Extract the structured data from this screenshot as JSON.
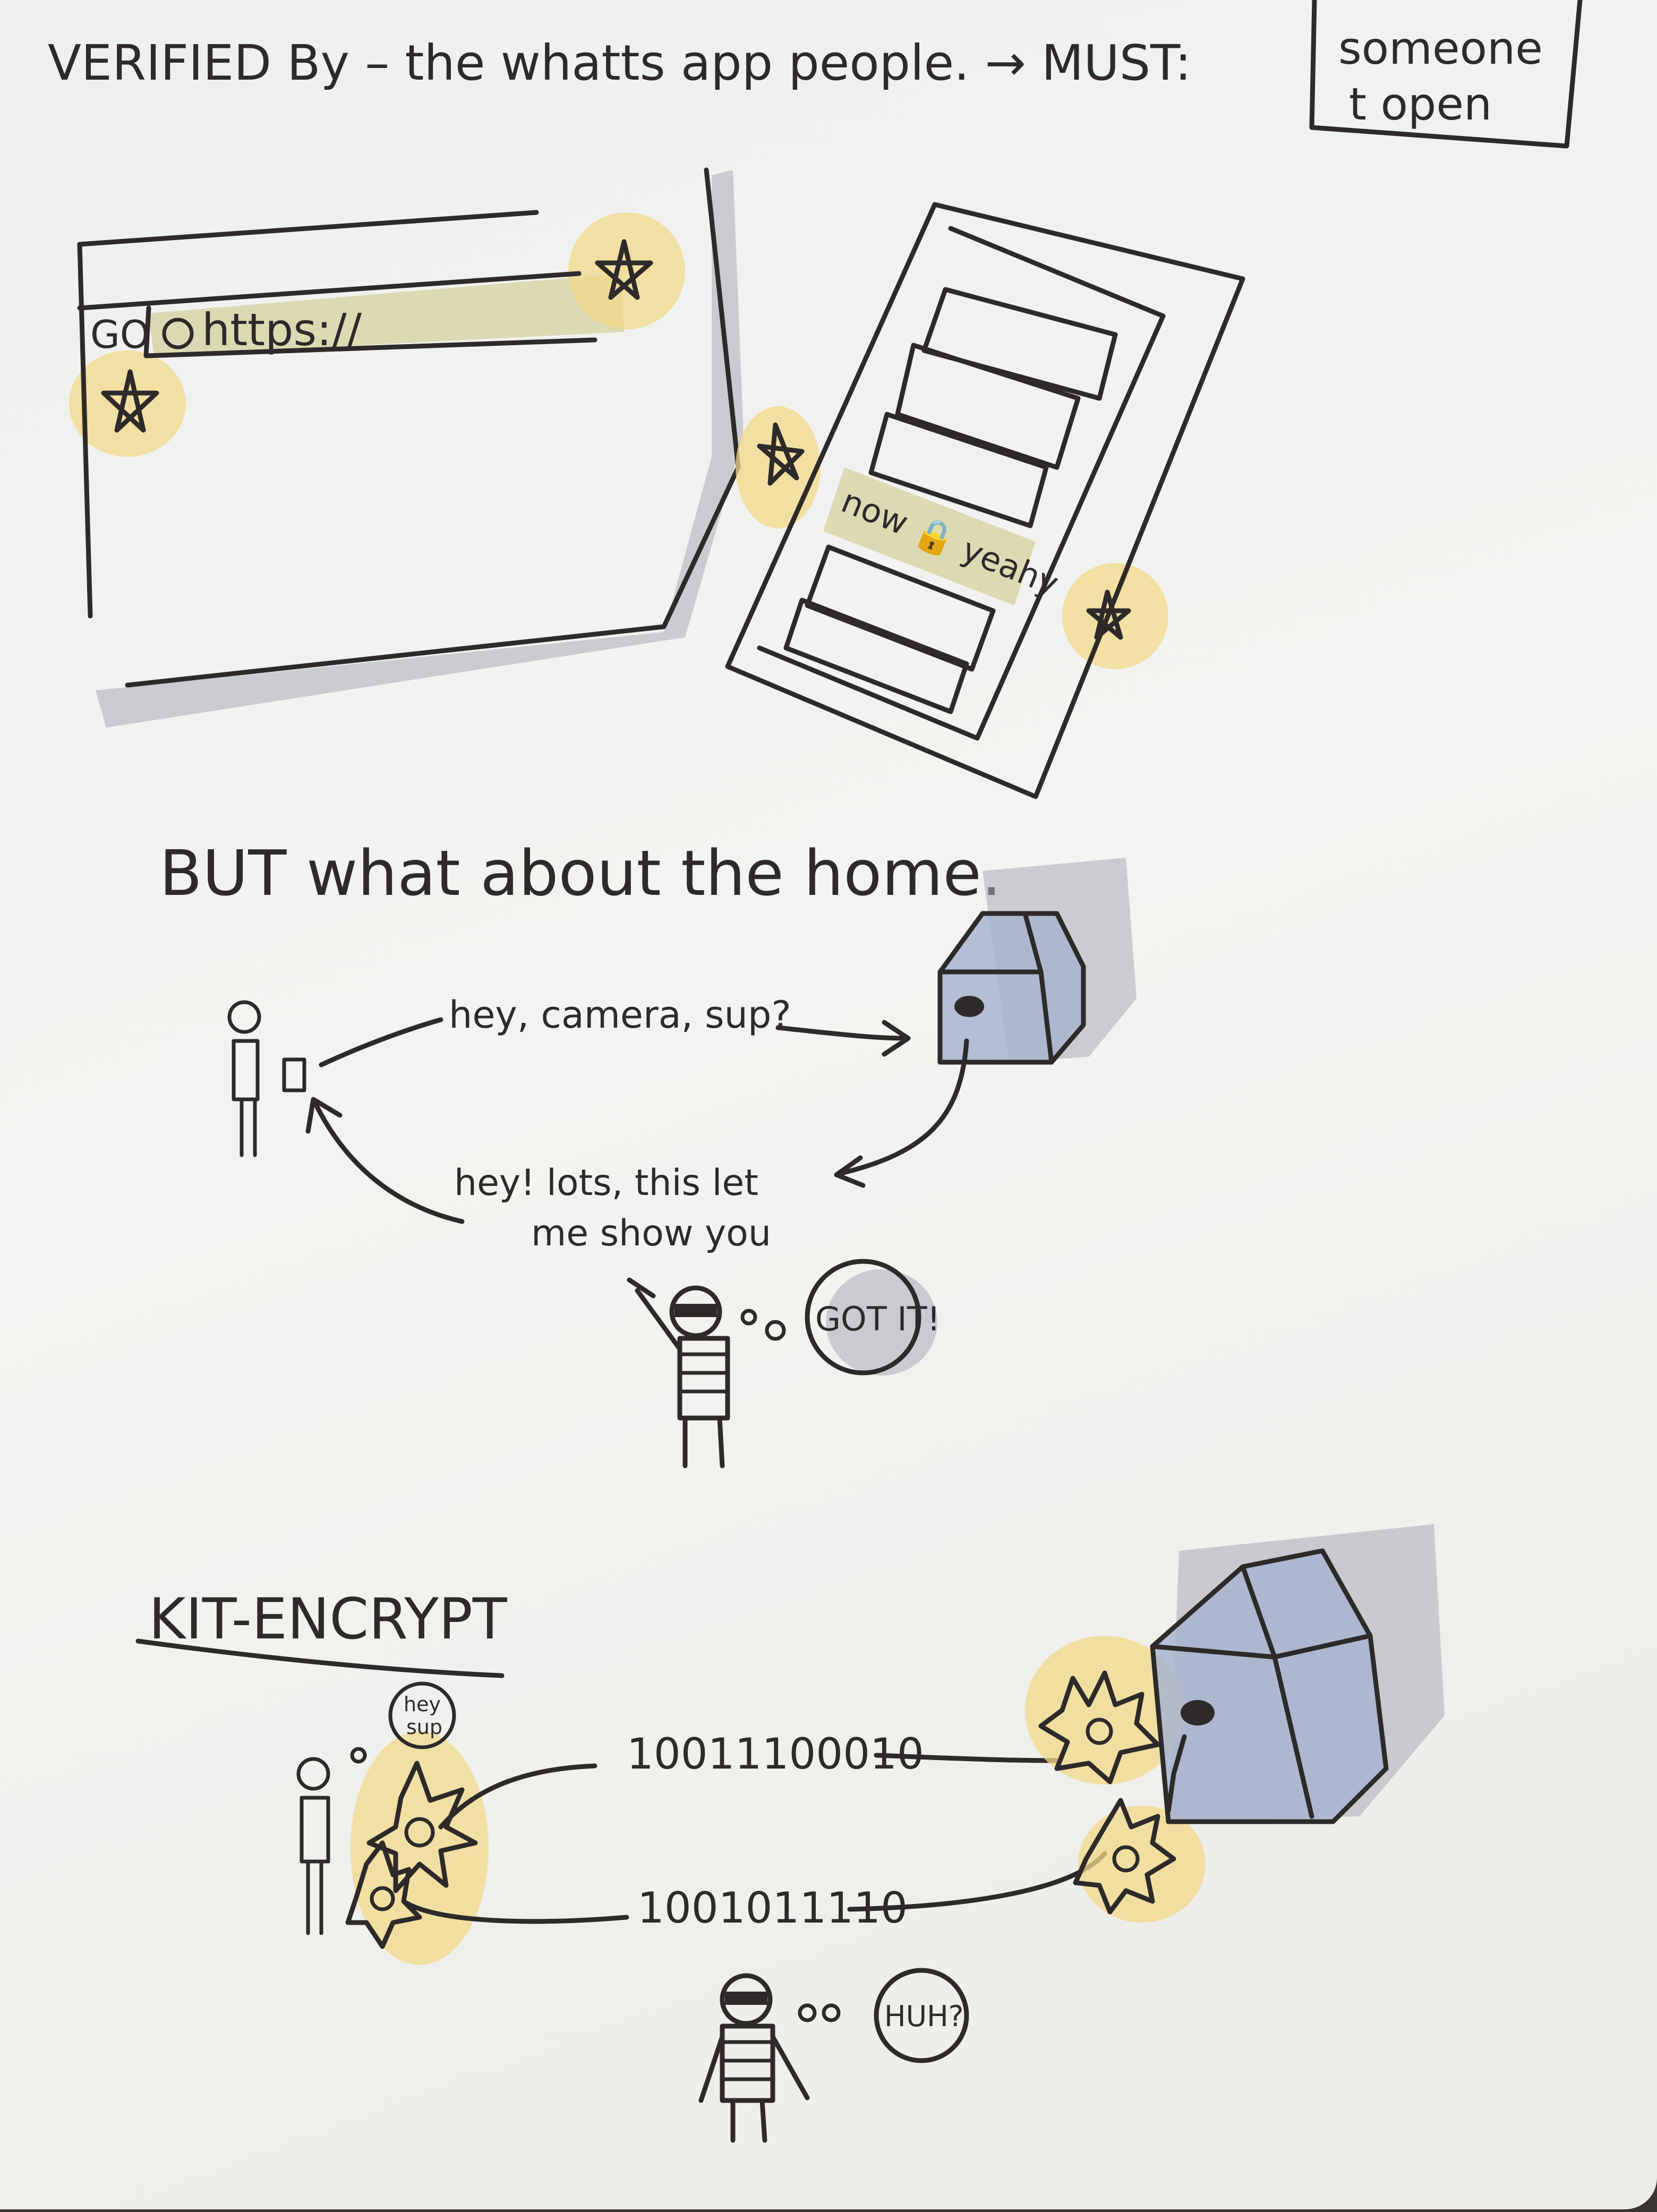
{
  "header": {
    "verified_text": "VERIFIED By – the whatts app people. → MUST:",
    "boxed_note_line1": "someone",
    "boxed_note_line2": "t open"
  },
  "browser_sketch": {
    "go_label": "GO",
    "url_text": "https://"
  },
  "phone_sketch": {
    "message_text": "now 🔒 yeahy"
  },
  "home_section": {
    "heading": "BUT what about the home.",
    "request_text": "hey, camera, sup?",
    "reply_line1": "hey! lots, this let",
    "reply_line2": "me show you",
    "thief_bubble": "GOT IT!"
  },
  "kit_encrypt_section": {
    "heading": "KIT-ENCRYPT",
    "small_bubble_line1": "hey",
    "small_bubble_line2": "sup",
    "binary_top": "10011100010",
    "binary_bottom": "1001011110",
    "thief_bubble": "HUH?"
  },
  "colors": {
    "ink": "#2e2a2a",
    "highlight_yellow": "#f2d98a",
    "highlight_olive": "#d6d3a4",
    "house_blue": "#a8b4cf",
    "shadow_grey": "#a9acb6",
    "paper": "#f0f1ee"
  }
}
